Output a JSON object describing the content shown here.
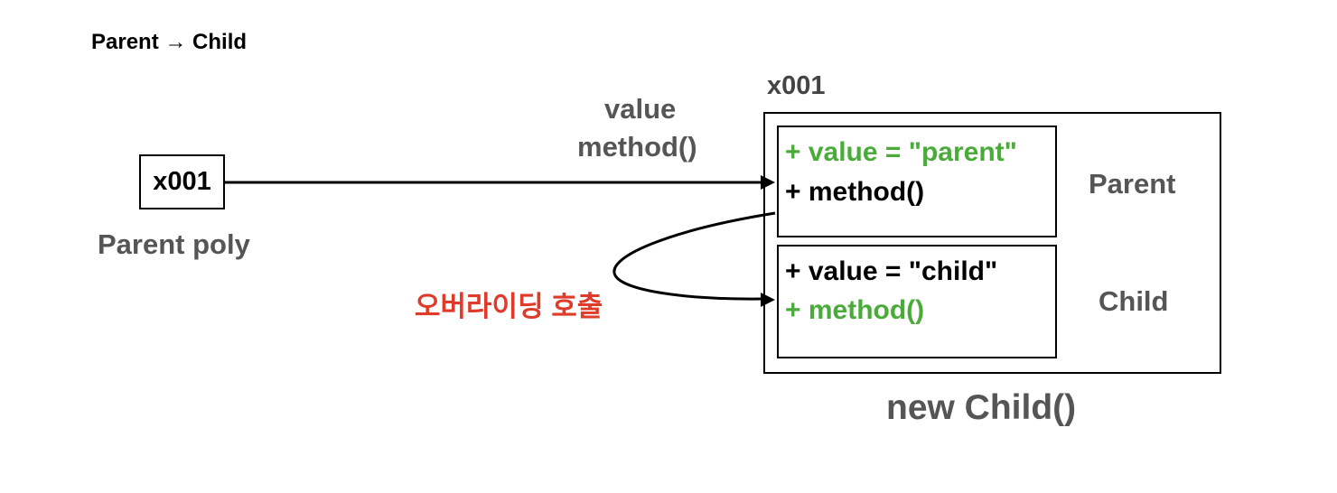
{
  "title": "Parent → Child",
  "reference": {
    "value": "x001",
    "label": "Parent poly"
  },
  "arrow_labels": {
    "line1": "value",
    "line2": "method()"
  },
  "instance": {
    "address": "x001",
    "caption": "new Child()",
    "parent": {
      "label": "Parent",
      "field": "+ value = \"parent\"",
      "method": "+ method()"
    },
    "child": {
      "label": "Child",
      "field": "+ value = \"child\"",
      "method": "+ method()"
    }
  },
  "override_label": "오버라이딩 호출",
  "colors": {
    "highlight": "#4aab3a",
    "override": "#e03a2a",
    "label": "#555555"
  }
}
